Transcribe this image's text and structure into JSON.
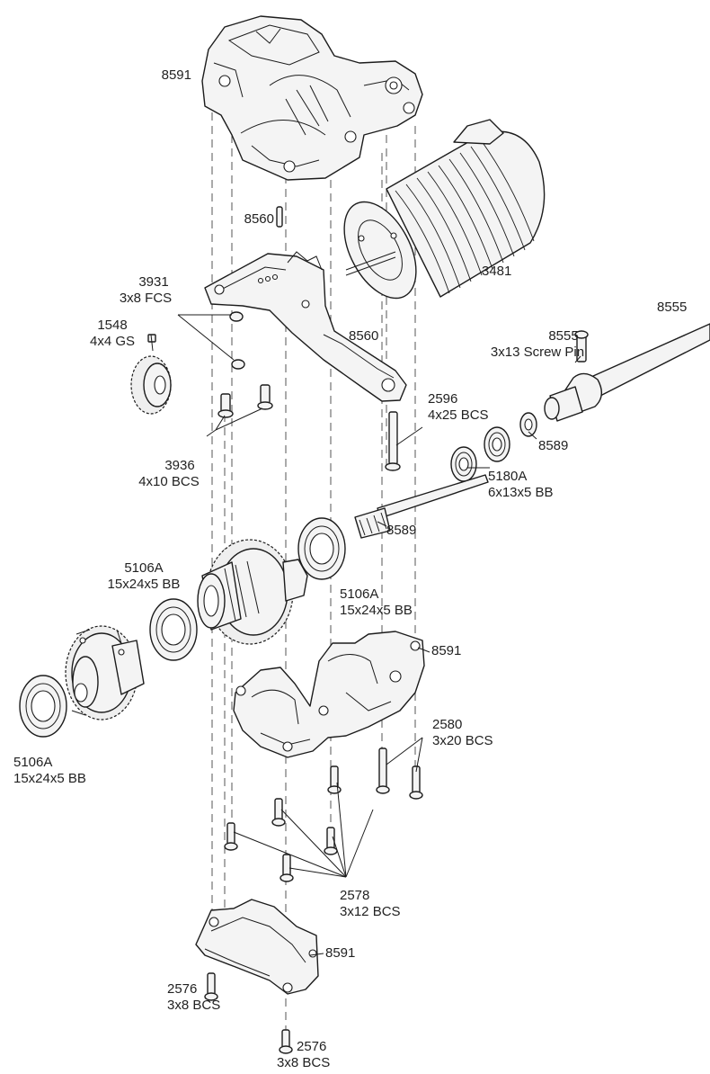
{
  "diagram": {
    "callouts": [
      {
        "id": "c01",
        "number": "8591",
        "spec": ""
      },
      {
        "id": "c02",
        "number": "8560",
        "spec": ""
      },
      {
        "id": "c03",
        "number": "3481",
        "spec": ""
      },
      {
        "id": "c04",
        "number": "8555",
        "spec": ""
      },
      {
        "id": "c05",
        "number": "3931",
        "spec": "3x8 FCS"
      },
      {
        "id": "c06",
        "number": "1548",
        "spec": "4x4 GS"
      },
      {
        "id": "c07",
        "number": "8560",
        "spec": ""
      },
      {
        "id": "c08",
        "number": "8555",
        "spec": "3x13 Screw Pin"
      },
      {
        "id": "c09",
        "number": "2596",
        "spec": "4x25 BCS"
      },
      {
        "id": "c10",
        "number": "8589",
        "spec": ""
      },
      {
        "id": "c11",
        "number": "3936",
        "spec": "4x10 BCS"
      },
      {
        "id": "c12",
        "number": "5180A",
        "spec": "6x13x5 BB"
      },
      {
        "id": "c13",
        "number": "8589",
        "spec": ""
      },
      {
        "id": "c14",
        "number": "5106A",
        "spec": "15x24x5 BB"
      },
      {
        "id": "c15",
        "number": "5106A",
        "spec": "15x24x5 BB"
      },
      {
        "id": "c16",
        "number": "8591",
        "spec": ""
      },
      {
        "id": "c17",
        "number": "2580",
        "spec": "3x20 BCS"
      },
      {
        "id": "c18",
        "number": "5106A",
        "spec": "15x24x5 BB"
      },
      {
        "id": "c19",
        "number": "2578",
        "spec": "3x12 BCS"
      },
      {
        "id": "c20",
        "number": "8591",
        "spec": ""
      },
      {
        "id": "c21",
        "number": "2576",
        "spec": "3x8 BCS"
      },
      {
        "id": "c22",
        "number": "2576",
        "spec": "3x8 BCS"
      }
    ]
  }
}
